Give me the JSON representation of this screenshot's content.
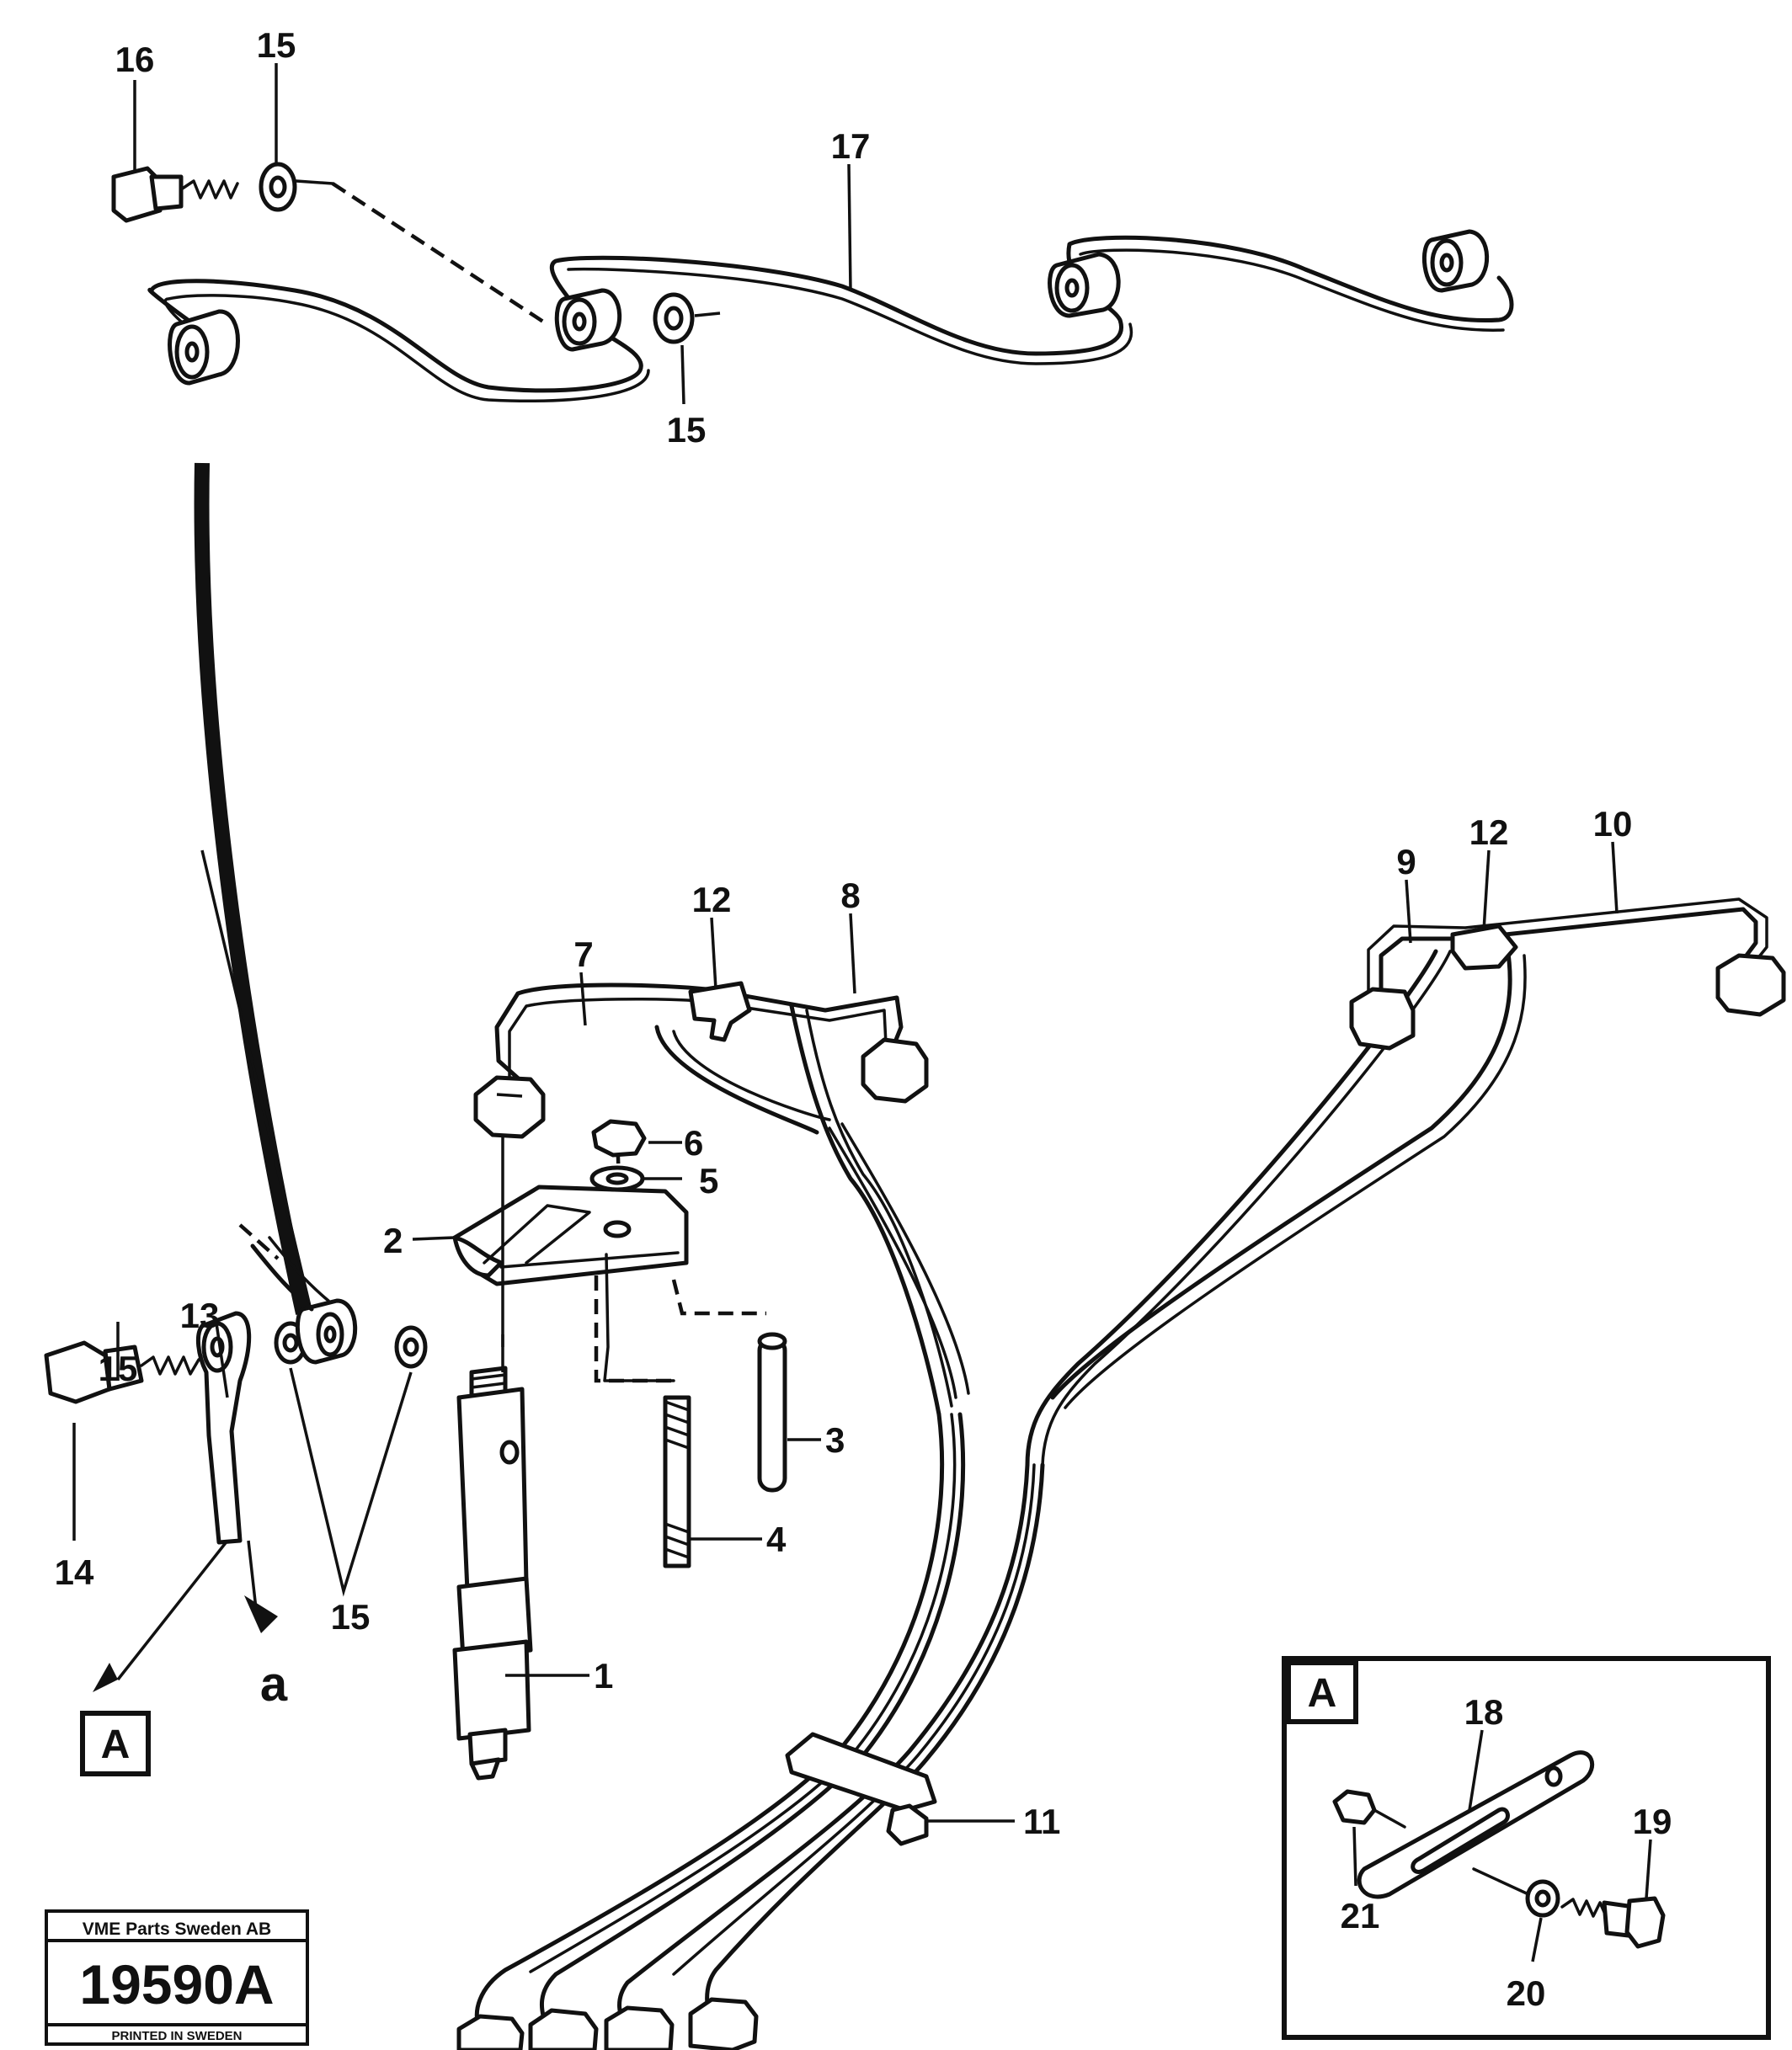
{
  "callouts": {
    "c1": "1",
    "c2": "2",
    "c3": "3",
    "c4": "4",
    "c5": "5",
    "c6": "6",
    "c7": "7",
    "c8": "8",
    "c9": "9",
    "c10": "10",
    "c11": "11",
    "c12a": "12",
    "c12b": "12",
    "c13": "13",
    "c14": "14",
    "c15a": "15",
    "c15b": "15",
    "c15c": "15",
    "c15d": "15",
    "c16": "16",
    "c17": "17",
    "c18": "18",
    "c19": "19",
    "c20": "20",
    "c21": "21",
    "arrow_a": "a"
  },
  "detail_ref": {
    "main_label": "A",
    "inset_label": "A"
  },
  "stamp": {
    "company": "VME Parts Sweden AB",
    "drawing_number": "19590A",
    "printed": "PRINTED IN SWEDEN"
  }
}
